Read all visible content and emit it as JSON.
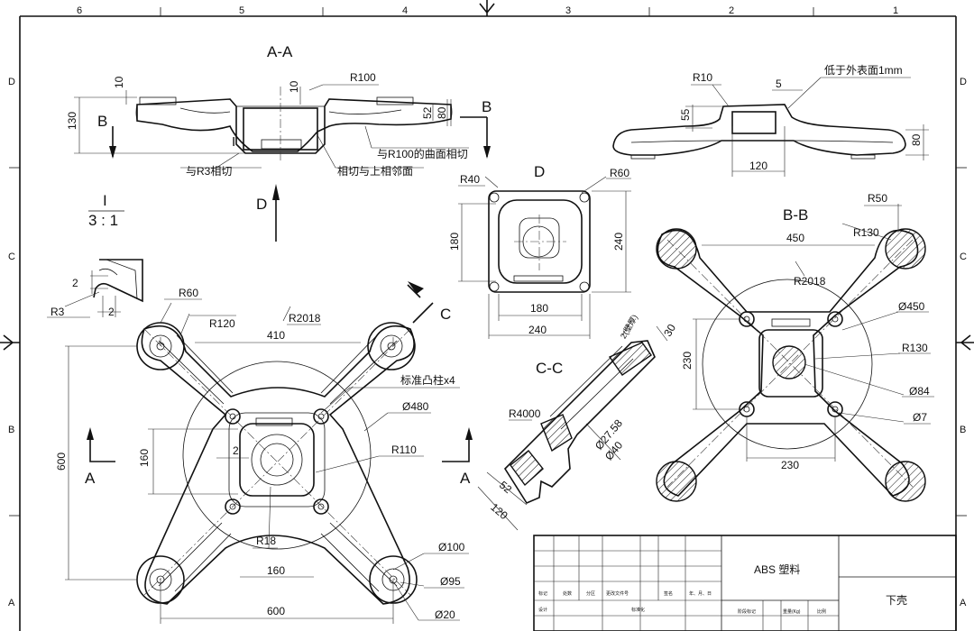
{
  "border": {
    "top_zones": [
      "6",
      "5",
      "4",
      "3",
      "2",
      "1"
    ],
    "side_zones": [
      "D",
      "C",
      "B",
      "A"
    ]
  },
  "views": {
    "aa": {
      "title": "A-A",
      "dims": {
        "d10a": "10",
        "d10b": "10",
        "d130": "130",
        "d52": "52",
        "d80": "80",
        "r100": "R100"
      },
      "section_mark": "B",
      "detail_mark": "I",
      "notes": {
        "tangent_r3": "与R3相切",
        "tangent_adj": "相切与上相邻面",
        "tangent_r100": "与R100的曲面相切"
      },
      "view_mark": "D"
    },
    "detail": {
      "title": "I",
      "scale": "3 : 1",
      "dims": {
        "d2a": "2",
        "d2b": "2",
        "r3": "R3"
      }
    },
    "side": {
      "dims": {
        "r10": "R10",
        "d5": "5",
        "d55": "55",
        "d80": "80",
        "d120": "120"
      },
      "note": "低于外表面1mm"
    },
    "d_view": {
      "title": "D",
      "dims": {
        "r40": "R40",
        "r60": "R60",
        "d180a": "180",
        "d240a": "240",
        "d180b": "180",
        "d240b": "240"
      }
    },
    "main": {
      "dims": {
        "r60": "R60",
        "r120": "R120",
        "d410": "410",
        "r2018": "R2018",
        "bosses": "标准凸柱x4",
        "d480": "Ø480",
        "d160a": "160",
        "d600v": "600",
        "d2": "2",
        "r110": "R110",
        "r18": "R18",
        "d160b": "160",
        "d600h": "600",
        "d100": "Ø100",
        "d95": "Ø95",
        "d20": "Ø20"
      },
      "section_a_left": "A",
      "section_a_right": "A",
      "section_c": "C"
    },
    "cc": {
      "title": "C-C",
      "dims": {
        "d2ext": "2(壁厚)",
        "d30": "30",
        "r4000": "R4000",
        "d27": "Ø27.58",
        "d40": "Ø40",
        "d52": "52",
        "d120": "120"
      }
    },
    "bb": {
      "title": "B-B",
      "dims": {
        "r50": "R50",
        "r130a": "R130",
        "d450": "450",
        "r2018": "R2018",
        "d450c": "Ø450",
        "r130b": "R130",
        "d230v": "230",
        "d84": "Ø84",
        "d7": "Ø7",
        "d230h": "230"
      }
    }
  },
  "title_block": {
    "material": "ABS 塑料",
    "part_name": "下壳",
    "row_labels": [
      "标记",
      "处数",
      "分区",
      "更改文件号",
      "签名",
      "年、月、日"
    ],
    "design": "设计",
    "std": "标准化",
    "stage": "阶段标记",
    "weight": "重量(Kg)",
    "ratio": "比例"
  }
}
